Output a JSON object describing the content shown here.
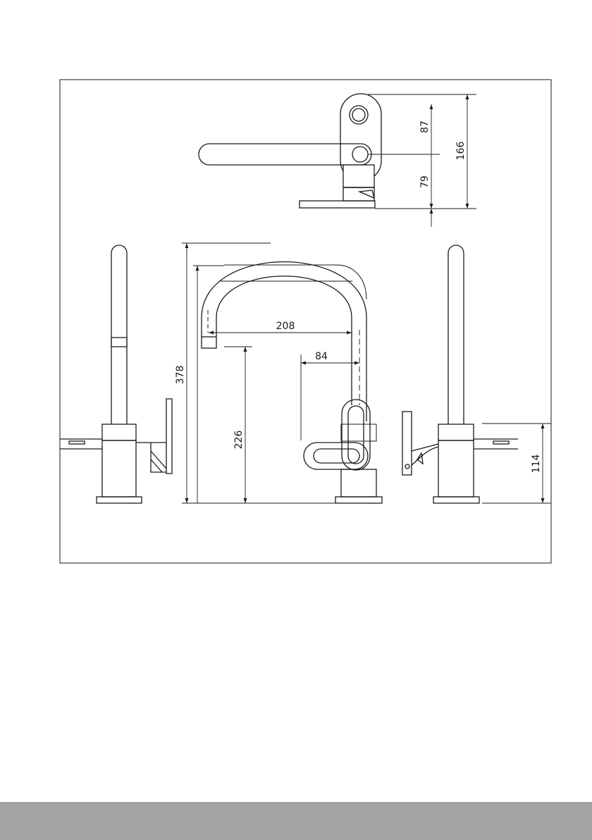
{
  "dimensions": {
    "top_view_upper": "87",
    "top_view_lower": "79",
    "top_view_total": "166",
    "spout_reach": "208",
    "lever_offset": "84",
    "overall_height": "378",
    "spout_clearance": "226",
    "body_height": "114"
  },
  "colors": {
    "line": "#1a1a1a",
    "footer_bar": "#a3a3a3",
    "background": "#ffffff"
  }
}
